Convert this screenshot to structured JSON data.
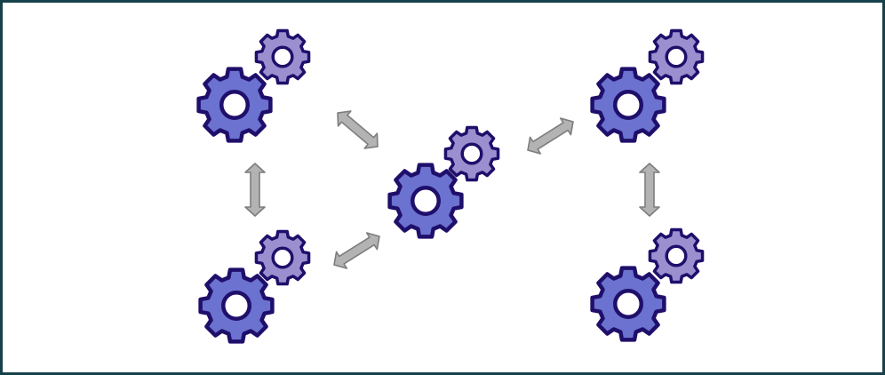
{
  "diagram": {
    "colors": {
      "frame_border": "#17414a",
      "background": "#ffffff",
      "large_gear_fill": "#6b72cf",
      "small_gear_fill": "#9b8fcf",
      "gear_outline": "#1f0f6b",
      "arrow_fill": "#b3b3b3",
      "arrow_outline": "#7d7d7d"
    },
    "gear_clusters": [
      {
        "name": "gear-cluster-top-left",
        "icon": "gears-icon"
      },
      {
        "name": "gear-cluster-bottom-left",
        "icon": "gears-icon"
      },
      {
        "name": "gear-cluster-center",
        "icon": "gears-icon"
      },
      {
        "name": "gear-cluster-top-right",
        "icon": "gears-icon"
      },
      {
        "name": "gear-cluster-bottom-right",
        "icon": "gears-icon"
      }
    ],
    "connectors": [
      {
        "name": "arrow-top-left-to-bottom-left",
        "icon": "double-arrow-icon",
        "from": "gear-cluster-top-left",
        "to": "gear-cluster-bottom-left"
      },
      {
        "name": "arrow-top-left-to-center",
        "icon": "double-arrow-icon",
        "from": "gear-cluster-top-left",
        "to": "gear-cluster-center"
      },
      {
        "name": "arrow-bottom-left-to-center",
        "icon": "double-arrow-icon",
        "from": "gear-cluster-bottom-left",
        "to": "gear-cluster-center"
      },
      {
        "name": "arrow-center-to-top-right",
        "icon": "double-arrow-icon",
        "from": "gear-cluster-center",
        "to": "gear-cluster-top-right"
      },
      {
        "name": "arrow-top-right-to-bottom-right",
        "icon": "double-arrow-icon",
        "from": "gear-cluster-top-right",
        "to": "gear-cluster-bottom-right"
      }
    ]
  }
}
